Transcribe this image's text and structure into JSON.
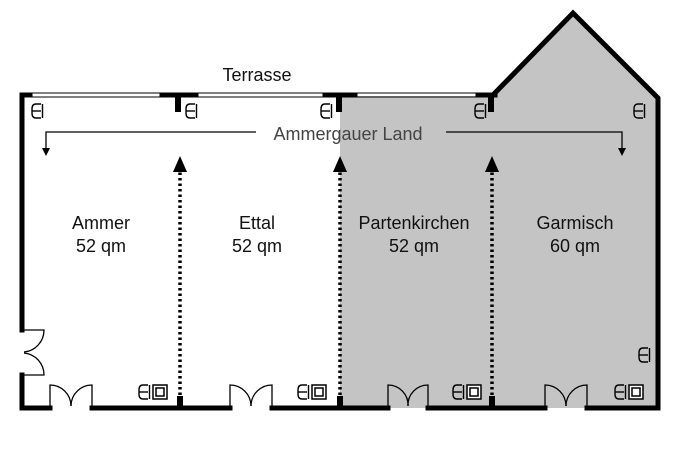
{
  "terrace_label": "Terrasse",
  "combined_label": "Ammergauer Land",
  "rooms": [
    {
      "name": "Ammer",
      "area": "52 qm"
    },
    {
      "name": "Ettal",
      "area": "52 qm"
    },
    {
      "name": "Partenkirchen",
      "area": "52 qm"
    },
    {
      "name": "Garmisch",
      "area": "60 qm"
    }
  ],
  "colors": {
    "wall": "#000000",
    "shaded_room": "#c4c4c4",
    "background": "#ffffff"
  },
  "icons": [
    "power-outlet-icon",
    "network-socket-icon",
    "door-icon",
    "movable-partition-arrow-icon"
  ]
}
